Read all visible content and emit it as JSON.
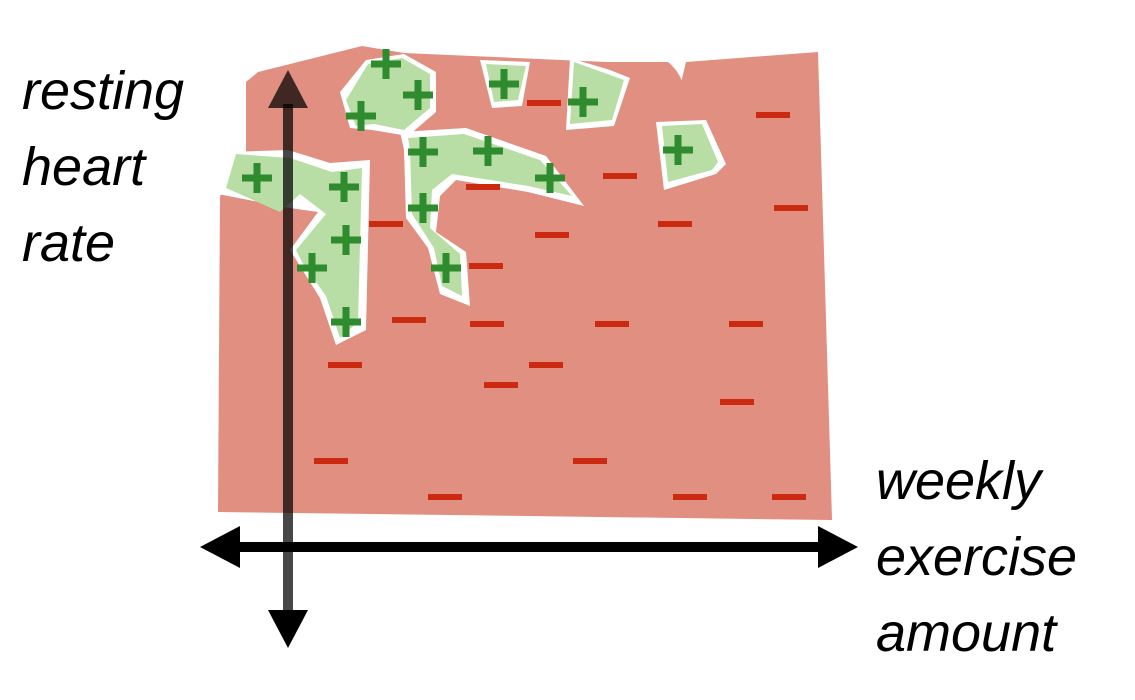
{
  "y_axis_label": [
    "resting",
    "heart",
    "rate"
  ],
  "x_axis_label": [
    "weekly",
    "exercise",
    "amount"
  ],
  "colors": {
    "negative_region": "#e08f80",
    "positive_region": "#b9dea5",
    "plus_marker": "#2e8b2e",
    "minus_marker": "#cc2a10",
    "axis": "#000000",
    "background": "#ffffff"
  },
  "legend_symbols": {
    "positive": "+",
    "negative": "−"
  }
}
